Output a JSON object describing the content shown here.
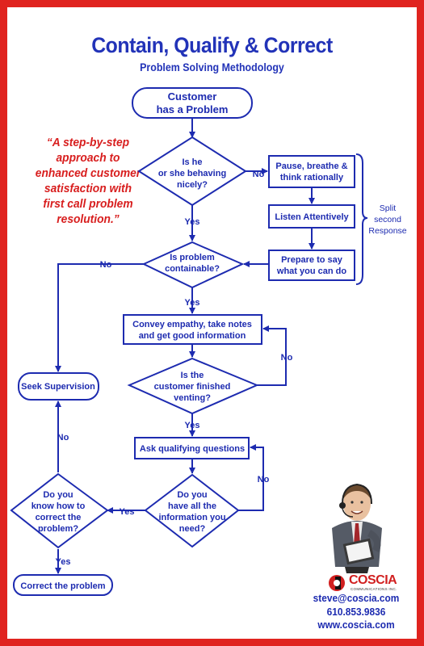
{
  "header": {
    "title": "Contain, Qualify & Correct",
    "subtitle": "Problem Solving Methodology"
  },
  "quote": {
    "lines": [
      "“A step-by-step",
      "approach to",
      "enhanced customer",
      "satisfaction with",
      "first call problem",
      "resolution.”"
    ]
  },
  "nodes": {
    "start": [
      "Customer",
      "has a Problem"
    ],
    "behaving": [
      "Is he",
      "or she behaving",
      "nicely?"
    ],
    "pause": [
      "Pause, breathe &",
      "think rationally"
    ],
    "listen": [
      "Listen Attentively"
    ],
    "prepare": [
      "Prepare to say",
      "what you can do"
    ],
    "containable": [
      "Is problem",
      "containable?"
    ],
    "convey": [
      "Convey empathy, take notes",
      "and get good information"
    ],
    "finished": [
      "Is the",
      "customer finished",
      "venting?"
    ],
    "seek": [
      "Seek Supervision"
    ],
    "qualifying": [
      "Ask qualifying questions"
    ],
    "have_info": [
      "Do you",
      "have all the",
      "information you",
      "need?"
    ],
    "know_how": [
      "Do you",
      "know how to",
      "correct the",
      "problem?"
    ],
    "correct": [
      "Correct the problem"
    ]
  },
  "edges": {
    "no": "No",
    "yes": "Yes"
  },
  "split_response": [
    "Split",
    "second",
    "Response"
  ],
  "contact": {
    "brand": "COSCIA",
    "brand_sub": "COMMUNICATIONS INC.",
    "email": "steve@coscia.com",
    "phone": "610.853.9836",
    "web": "www.coscia.com"
  },
  "colors": {
    "border": "#e0231f",
    "flow": "#1d2bb0",
    "title": "#2233b8",
    "quote": "#d81e1e"
  }
}
